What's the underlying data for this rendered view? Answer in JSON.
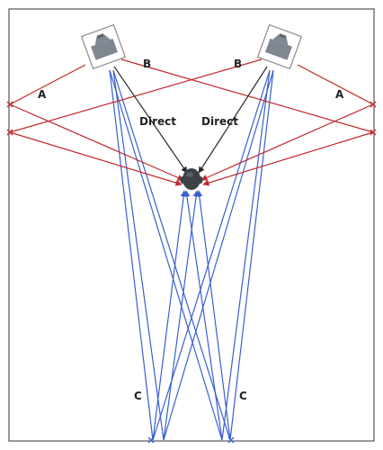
{
  "labels": {
    "reflection_a": "A",
    "reflection_b": "B",
    "reflection_c": "C",
    "direct": "Direct"
  },
  "colors": {
    "room_wall": "#555555",
    "direct_path": "#2b2b2b",
    "side_wall_reflections": "#c0282d",
    "rear_wall_reflections": "#3a5fcd",
    "speaker_box_fill": "#ffffff",
    "speaker_box_stroke": "#8a8a8a",
    "speaker_driver": "#7f8791",
    "listener_head": "#3d4247"
  },
  "icons": {
    "speaker": "loudspeaker-icon",
    "listener": "listener-head-icon",
    "reflection_point": "x-mark-icon"
  }
}
